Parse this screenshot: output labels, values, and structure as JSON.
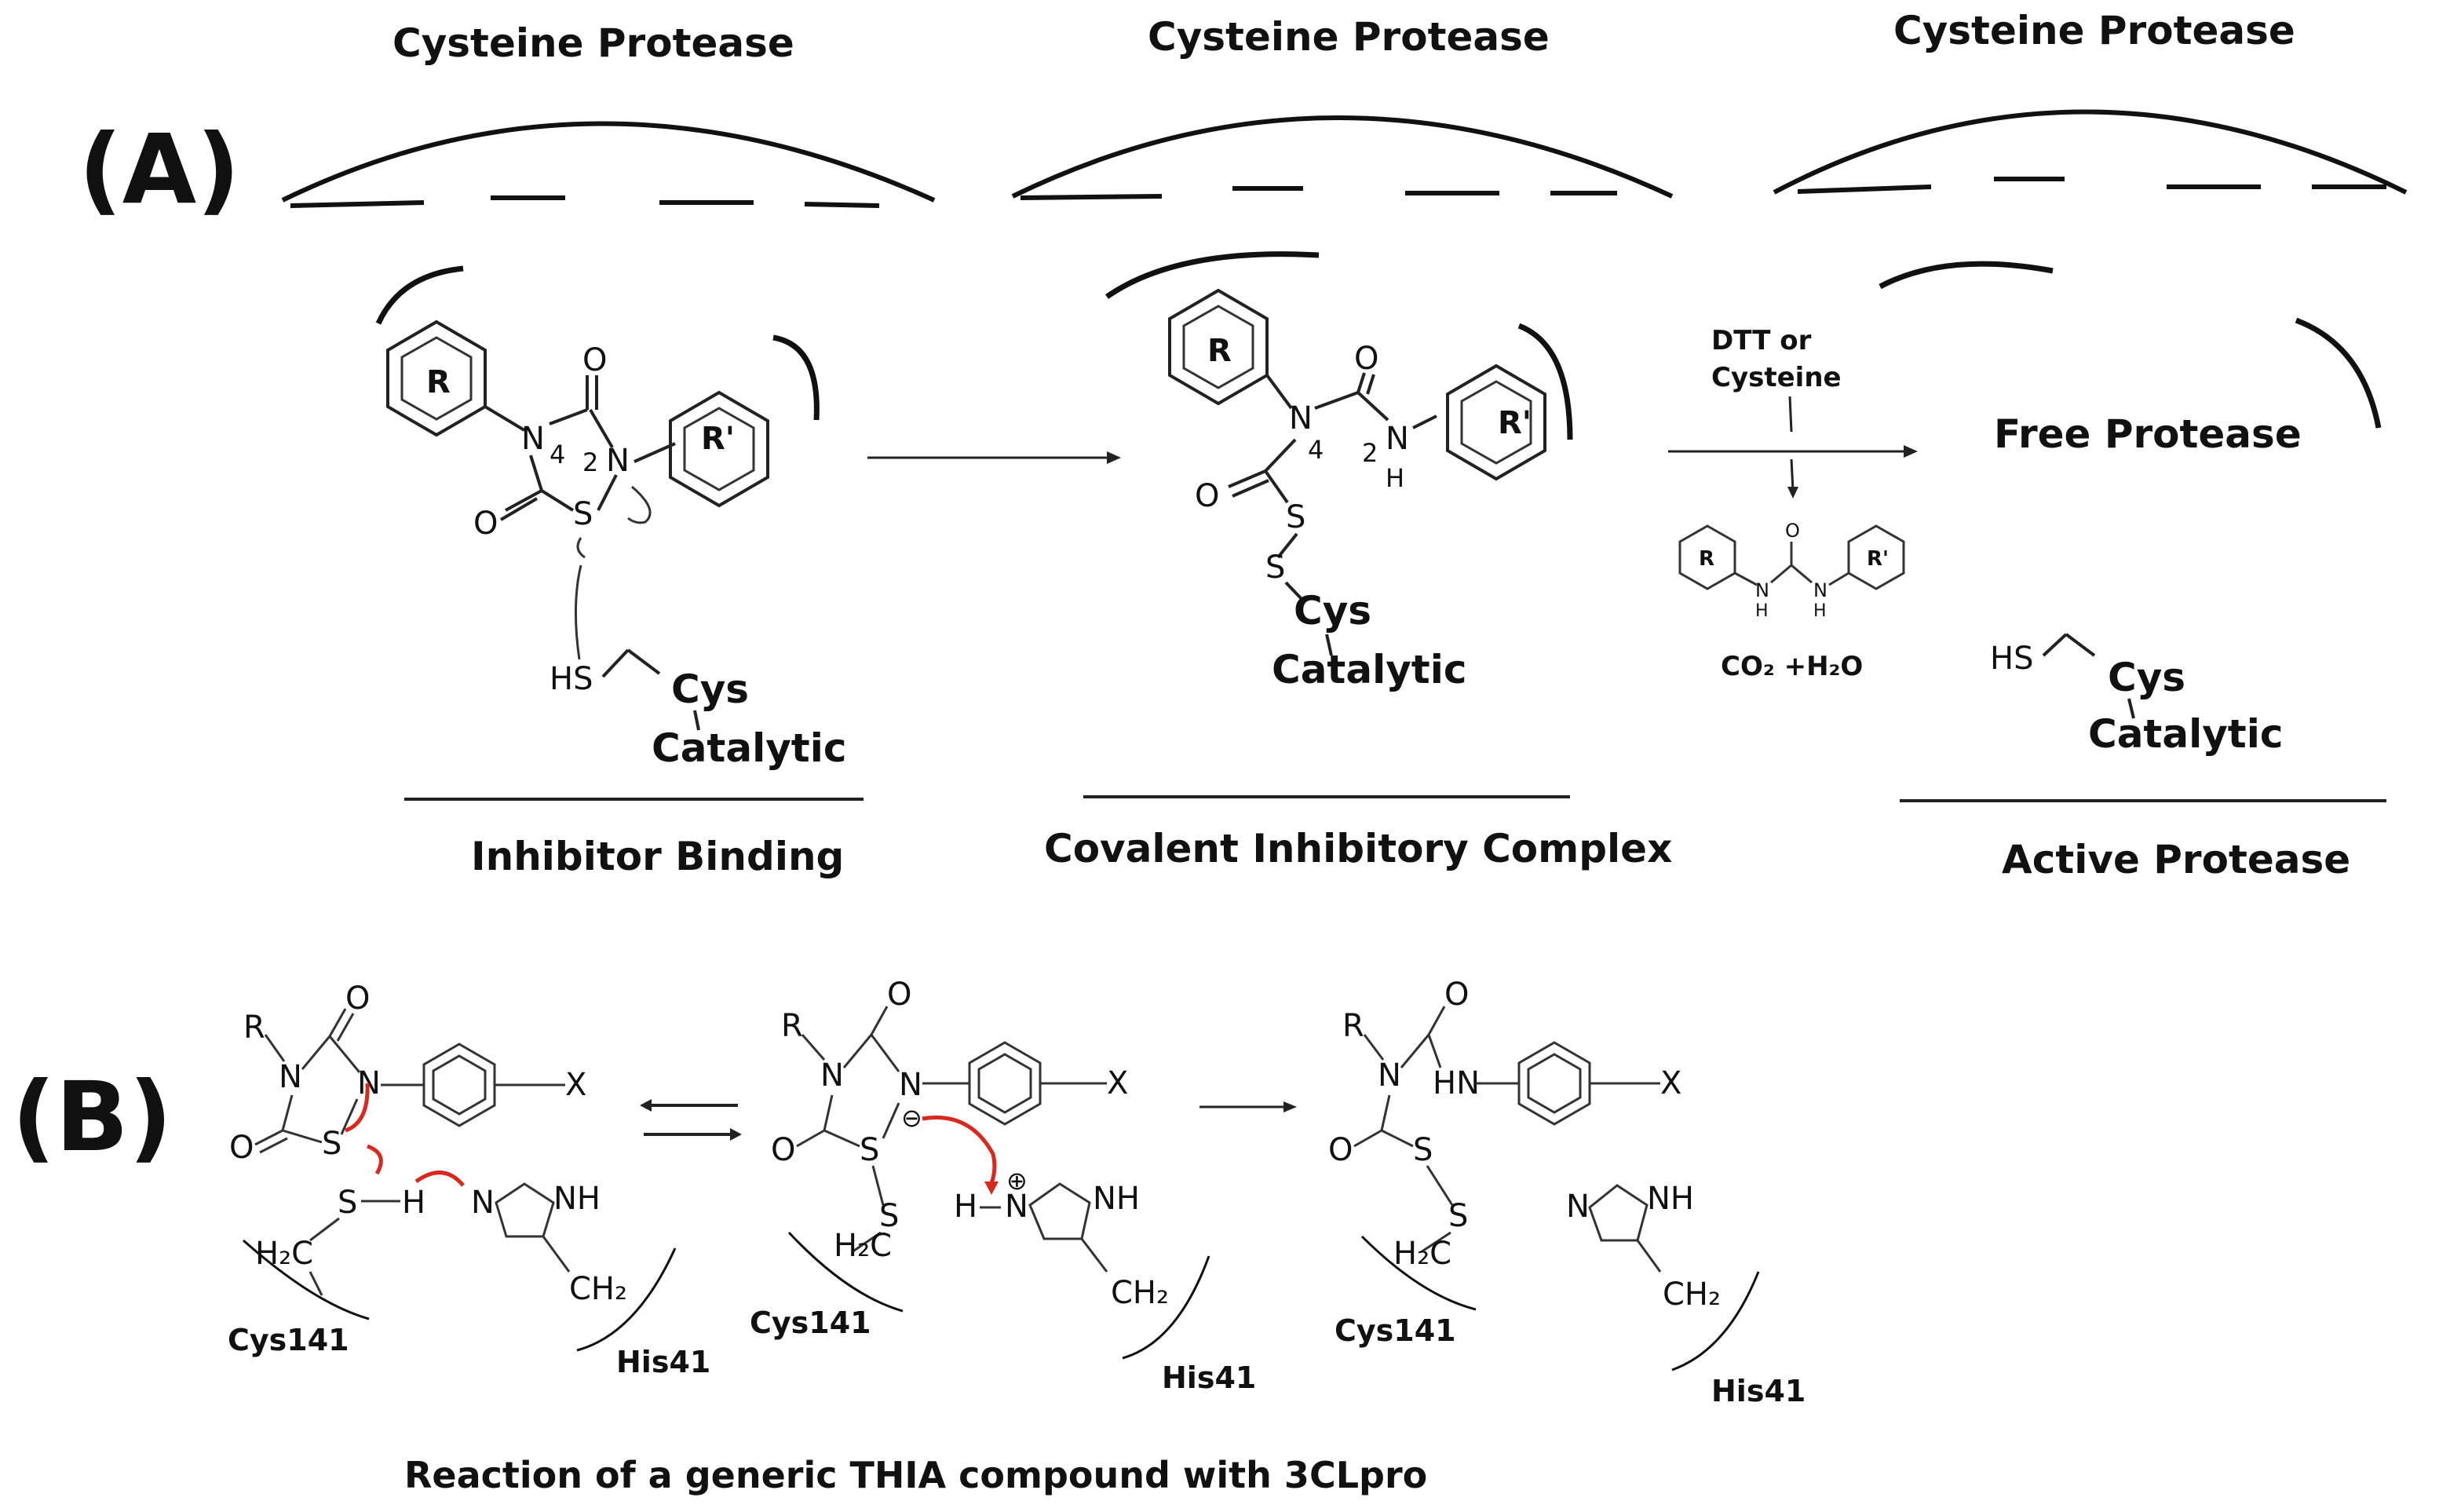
{
  "panelA": {
    "label": "(A)",
    "protease_header": "Cysteine Protease",
    "step1": {
      "R": "R",
      "R2": "R'",
      "O": "O",
      "N": "N",
      "S": "S",
      "n4": "4",
      "n2": "2",
      "HS": "HS",
      "Cys": "Cys",
      "Catalytic": "Catalytic",
      "caption": "Inhibitor Binding"
    },
    "step2": {
      "R": "R",
      "R2": "R'",
      "O": "O",
      "N": "N",
      "S": "S",
      "H": "H",
      "n4": "4",
      "n2": "2",
      "Cys": "Cys",
      "Catalytic": "Catalytic",
      "caption": "Covalent Inhibitory Complex"
    },
    "reagent_line1": "DTT or",
    "reagent_line2": "Cysteine",
    "byproduct": "CO₂ +H₂O",
    "urea": {
      "R": "R",
      "R2": "R'",
      "O": "O",
      "N": "N",
      "H": "H"
    },
    "step3": {
      "free": "Free Protease",
      "HS": "HS",
      "Cys": "Cys",
      "Catalytic": "Catalytic",
      "caption": "Active Protease"
    }
  },
  "panelB": {
    "label": "(B)",
    "R": "R",
    "X": "X",
    "O": "O",
    "N": "N",
    "S": "S",
    "H": "H",
    "NH": "NH",
    "HN": "HN",
    "minus": "⊖",
    "plus": "⊕",
    "CH2a": "H₂C",
    "CH2b": "CH₂",
    "cys": "Cys141",
    "his": "His41",
    "caption": "Reaction of a generic THIA compound with 3CLpro"
  }
}
